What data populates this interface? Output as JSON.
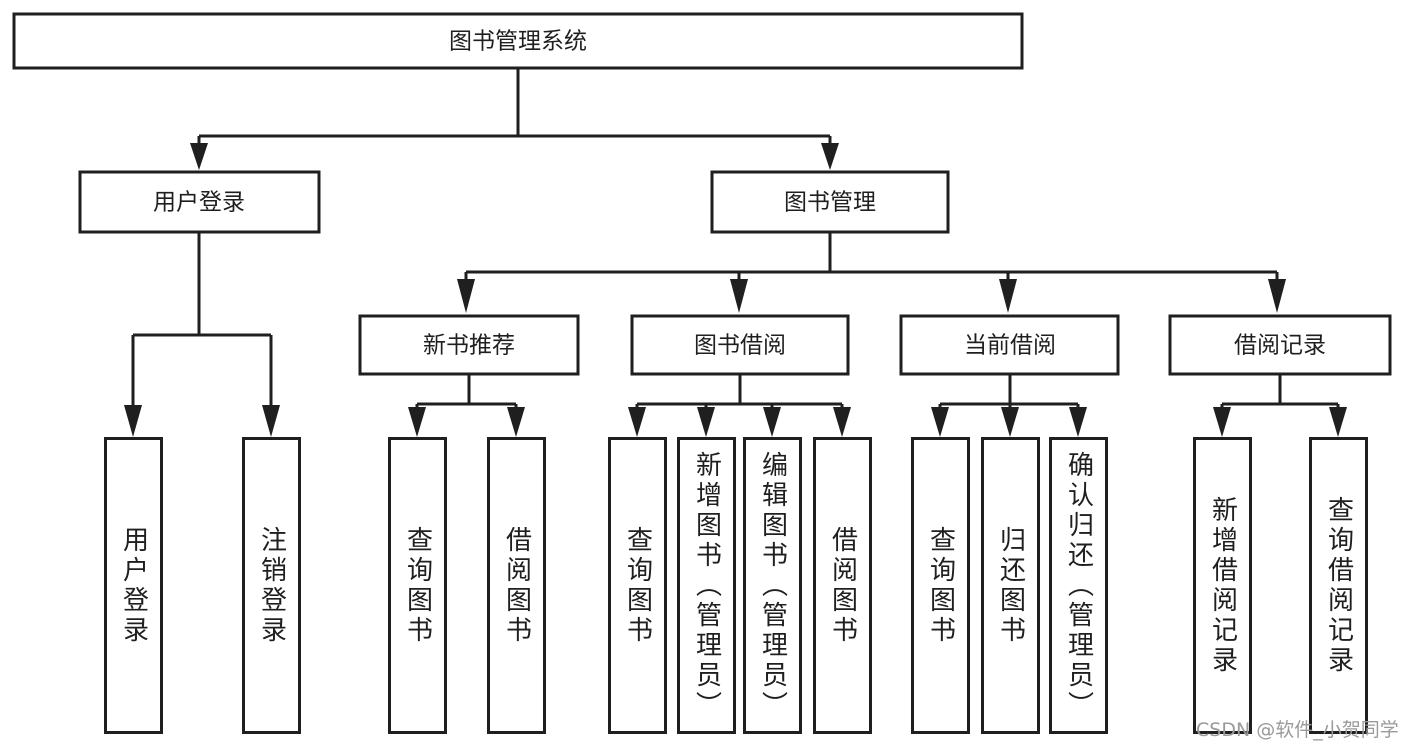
{
  "diagram": {
    "type": "tree-hierarchy",
    "title": "图书管理系统",
    "root": {
      "label": "图书管理系统",
      "name": "root-node"
    },
    "level1": [
      {
        "label": "用户登录",
        "name": "node-user-login"
      },
      {
        "label": "图书管理",
        "name": "node-book-management"
      }
    ],
    "level2": [
      {
        "label": "新书推荐",
        "name": "node-new-book-recommend"
      },
      {
        "label": "图书借阅",
        "name": "node-book-borrow"
      },
      {
        "label": "当前借阅",
        "name": "node-current-borrow"
      },
      {
        "label": "借阅记录",
        "name": "node-borrow-record"
      }
    ],
    "leaves": {
      "user_login": [
        {
          "label": "用户登录",
          "name": "leaf-user-login"
        },
        {
          "label": "注销登录",
          "name": "leaf-logout"
        }
      ],
      "new_book_recommend": [
        {
          "label": "查询图书",
          "name": "leaf-query-book-1"
        },
        {
          "label": "借阅图书",
          "name": "leaf-borrow-book-1"
        }
      ],
      "book_borrow": [
        {
          "label": "查询图书",
          "name": "leaf-query-book-2"
        },
        {
          "label": "新增图书（管理员）",
          "name": "leaf-add-book-admin"
        },
        {
          "label": "编辑图书（管理员）",
          "name": "leaf-edit-book-admin"
        },
        {
          "label": "借阅图书",
          "name": "leaf-borrow-book-2"
        }
      ],
      "current_borrow": [
        {
          "label": "查询图书",
          "name": "leaf-query-book-3"
        },
        {
          "label": "归还图书",
          "name": "leaf-return-book"
        },
        {
          "label": "确认归还（管理员）",
          "name": "leaf-confirm-return-admin"
        }
      ],
      "borrow_record": [
        {
          "label": "新增借阅记录",
          "name": "leaf-add-borrow-record"
        },
        {
          "label": "查询借阅记录",
          "name": "leaf-query-borrow-record"
        }
      ]
    }
  },
  "watermark": {
    "text": "CSDN @软件_小贺同学"
  },
  "colors": {
    "stroke": "#1f1f1f",
    "fill": "#ffffff",
    "watermark": "#9a9a9a"
  }
}
